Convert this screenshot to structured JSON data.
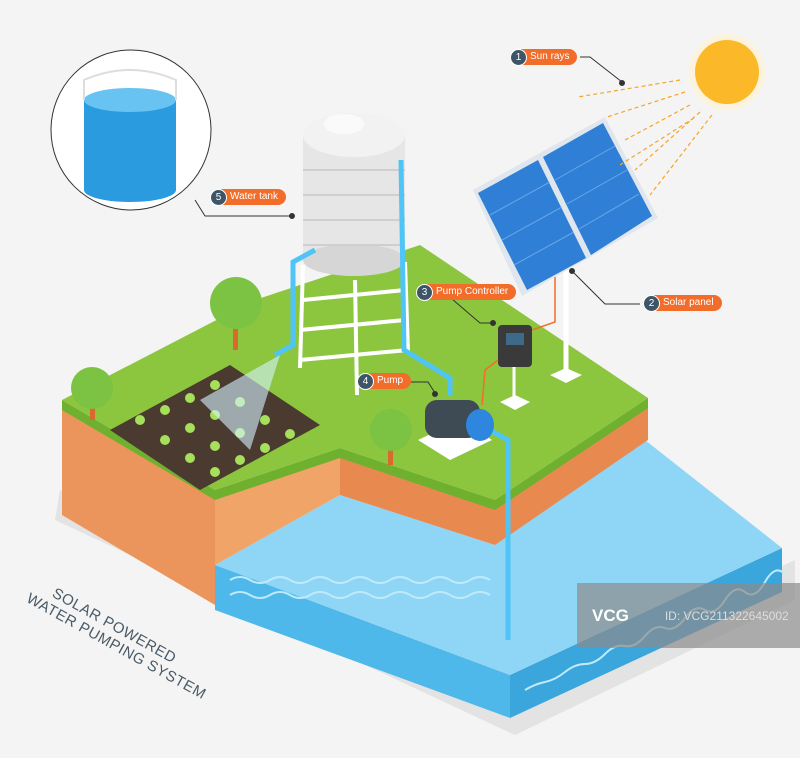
{
  "title": {
    "line1": "SOLAR POWERED",
    "line2": "WATER PUMPING SYSTEM"
  },
  "callouts": [
    {
      "num": "1",
      "label": "Sun rays"
    },
    {
      "num": "2",
      "label": "Solar panel"
    },
    {
      "num": "3",
      "label": "Pump Controller"
    },
    {
      "num": "4",
      "label": "Pump"
    },
    {
      "num": "5",
      "label": "Water tank"
    }
  ],
  "watermark": {
    "logo": "VCG",
    "id": "ID: VCG211322645002"
  },
  "colors": {
    "grass": "#8cc63f",
    "soil": "#eb955c",
    "water": "#7fd0f5",
    "label": "#f26d2a",
    "badge": "#3d5566",
    "sun": "#fbb829",
    "panel": "#2f7fd6"
  }
}
